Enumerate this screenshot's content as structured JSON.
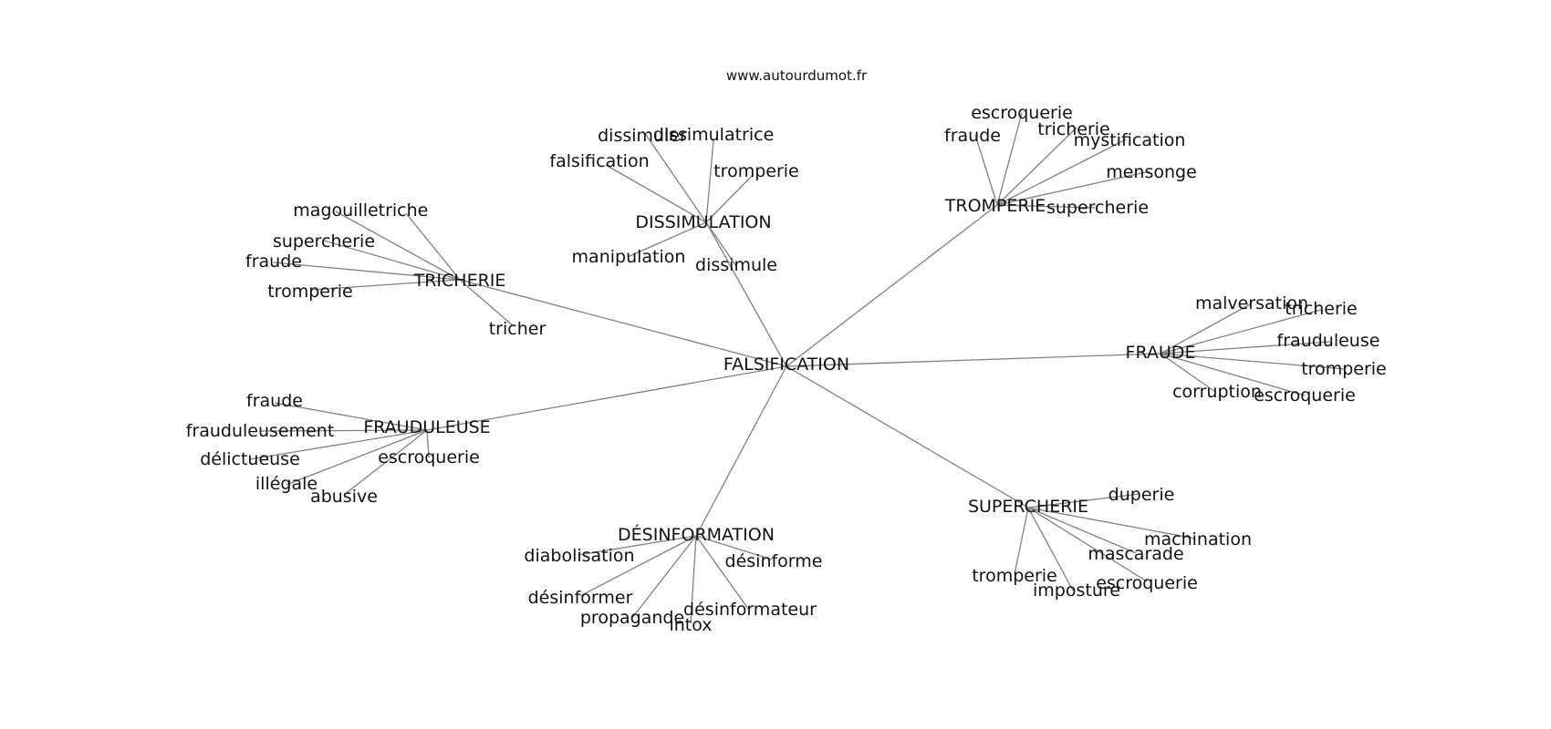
{
  "header": {
    "site": "www.autourdumot.fr"
  },
  "graph": {
    "center": "FALSIFICATION",
    "clusters": [
      {
        "hub": "TRICHERIE",
        "leaves": [
          "magouille",
          "triche",
          "supercherie",
          "fraude",
          "tromperie",
          "tricher"
        ]
      },
      {
        "hub": "DISSIMULATION",
        "leaves": [
          "dissimuler",
          "dissimulatrice",
          "falsification",
          "tromperie",
          "manipulation",
          "dissimule"
        ]
      },
      {
        "hub": "TROMPERIE",
        "leaves": [
          "escroquerie",
          "fraude",
          "tricherie",
          "mystification",
          "mensonge",
          "supercherie"
        ]
      },
      {
        "hub": "FRAUDE",
        "leaves": [
          "malversation",
          "tricherie",
          "frauduleuse",
          "tromperie",
          "corruption",
          "escroquerie"
        ]
      },
      {
        "hub": "FRAUDULEUSE",
        "leaves": [
          "fraude",
          "frauduleusement",
          "délictueuse",
          "illégale",
          "abusive",
          "escroquerie"
        ]
      },
      {
        "hub": "DÉSINFORMATION",
        "leaves": [
          "diabolisation",
          "désinformer",
          "propagande",
          "intox",
          "désinformateur",
          "désinforme"
        ]
      },
      {
        "hub": "SUPERCHERIE",
        "leaves": [
          "duperie",
          "machination",
          "mascarade",
          "escroquerie",
          "imposture",
          "tromperie"
        ]
      }
    ]
  }
}
